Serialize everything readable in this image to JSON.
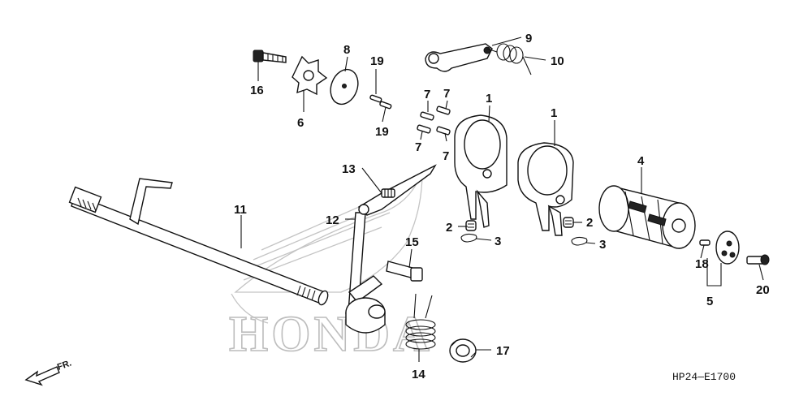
{
  "diagram": {
    "watermark_text": "HONDA",
    "diagram_code": "HP24—E1700",
    "direction_label": "FR.",
    "callouts": [
      "1",
      "1",
      "2",
      "2",
      "3",
      "3",
      "4",
      "5",
      "6",
      "7",
      "7",
      "7",
      "7",
      "8",
      "9",
      "10",
      "11",
      "12",
      "13",
      "14",
      "15",
      "16",
      "17",
      "18",
      "19",
      "19",
      "20"
    ]
  }
}
